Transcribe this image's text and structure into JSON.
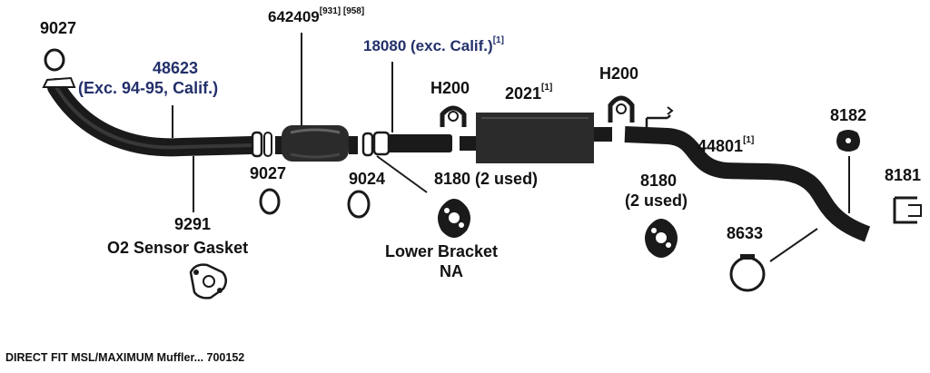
{
  "parts": {
    "p9027_top": "9027",
    "p48623": "48623",
    "p48623_note": "(Exc. 94-95, Calif.)",
    "p642409": "642409",
    "p642409_sup": "[931] [958]",
    "p18080": "18080 (exc. Calif.)",
    "p18080_sup": "[1]",
    "h200_left": "H200",
    "h200_right": "H200",
    "p2021": "2021",
    "p2021_sup": "[1]",
    "p9027_mid": "9027",
    "p9024": "9024",
    "p8180_mid": "8180 (2 used)",
    "p8180_right": "8180",
    "p8180_right_note": "(2 used)",
    "p8182": "8182",
    "p44801": "44801",
    "p44801_sup": "[1]",
    "p8181": "8181",
    "p9291": "9291",
    "p9291_note": "O2 Sensor Gasket",
    "lower_bracket": "Lower Bracket",
    "lower_bracket_na": "NA",
    "p8633": "8633"
  },
  "footer": "DIRECT FIT MSL/MAXIMUM Muffler... 700152",
  "colors": {
    "line": "#1a1a1a",
    "blue_label": "#23306b",
    "component": "#2b2b2b"
  }
}
